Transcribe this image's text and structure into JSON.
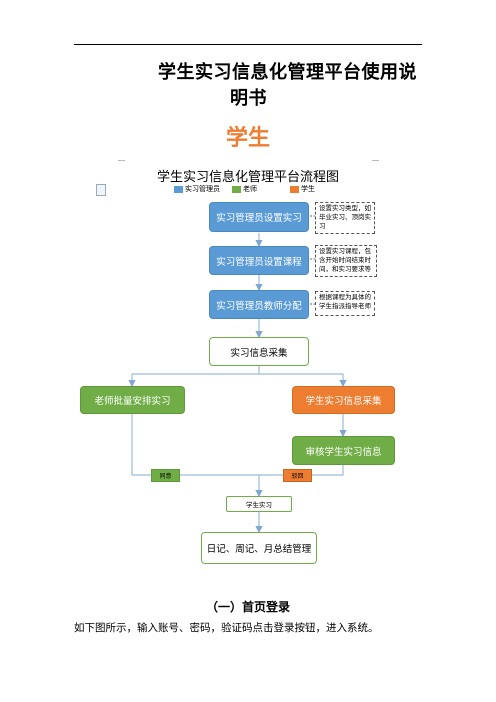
{
  "doc": {
    "title_line1": "学生实习信息化管理平台使用说",
    "title_line2": "明书",
    "role": "学生",
    "flow_title": "学生实习信息化管理平台流程图",
    "legend": [
      {
        "label": "实习管理员",
        "color": "#5b9bd5"
      },
      {
        "label": "老师",
        "color": "#70ad47"
      },
      {
        "label": "学生",
        "color": "#ed7d31"
      }
    ],
    "steps": {
      "step1": "实习管理员设置实习",
      "step2": "实习管理员设置课程",
      "step3": "实习管理员教师分配",
      "collect": "实习信息采集",
      "teacher_batch": "老师批量安排实习",
      "student_collect": "学生实习信息采集",
      "review": "审核学生实习信息",
      "pass_tag": "同意",
      "reject_tag": "驳回",
      "student_practice": "学生实习",
      "final": "日记、周记、月总结管理"
    },
    "notes": {
      "note1": "设置实习类型，如毕业实习、顶岗实习",
      "note2": "设置实习课程，包含开始时间结束时间，和实习要求等",
      "note3": "根据课程为具体的学生指派指导老师"
    },
    "section_title": "（一）首页登录",
    "paragraph": "如下图所示，输入账号、密码，验证码点击登录按钮，进入系统。"
  }
}
